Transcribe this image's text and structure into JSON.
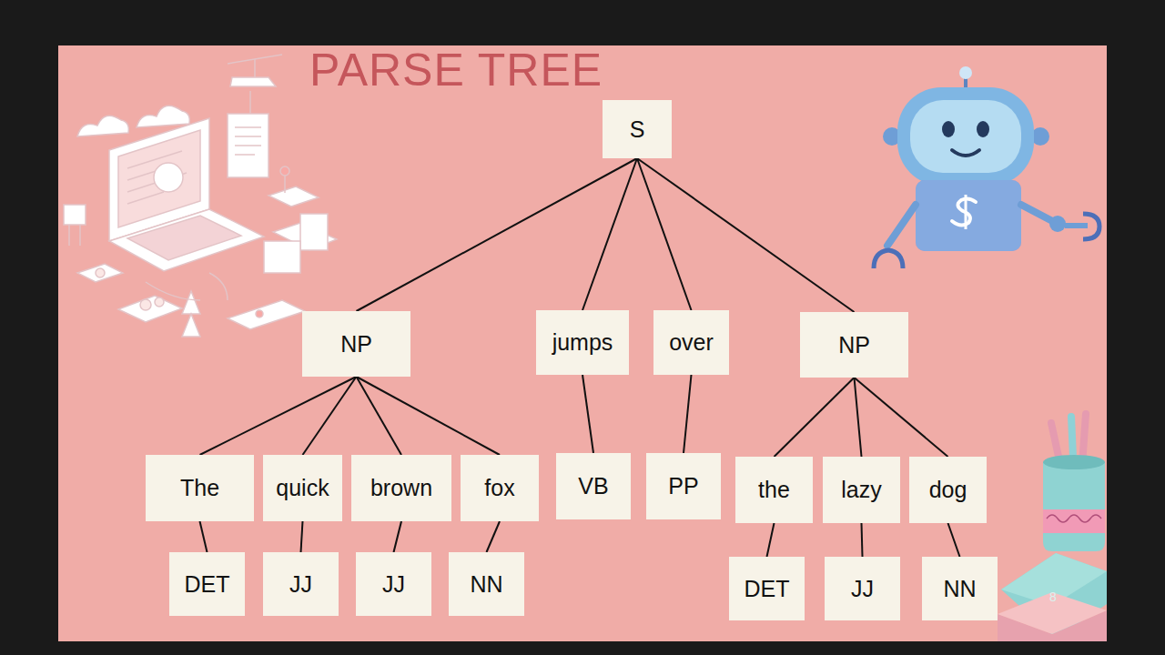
{
  "diagram": {
    "title": "PARSE TREE",
    "nodes": [
      {
        "text": [
          "S"
        ]
      },
      {
        "text": [
          "NP"
        ]
      },
      {
        "text": [
          "jumps"
        ]
      },
      {
        "text": [
          "over"
        ]
      },
      {
        "text": [
          "NP"
        ]
      },
      {
        "text": [
          "The"
        ]
      },
      {
        "text": [
          "quick"
        ]
      },
      {
        "text": [
          "brown"
        ]
      },
      {
        "text": [
          "fox"
        ]
      },
      {
        "text": [
          "VB"
        ]
      },
      {
        "text": [
          "PP"
        ]
      },
      {
        "text": [
          "the"
        ]
      },
      {
        "text": [
          "lazy"
        ]
      },
      {
        "text": [
          "dog"
        ]
      },
      {
        "text": [
          "DET"
        ]
      },
      {
        "text": [
          "JJ"
        ]
      },
      {
        "text": [
          "JJ"
        ]
      },
      {
        "text": [
          "NN"
        ]
      },
      {
        "text": [
          "DET"
        ]
      },
      {
        "text": [
          "JJ"
        ]
      },
      {
        "text": [
          "NN"
        ]
      }
    ],
    "edges": [
      {
        "from": 0,
        "to": 1,
        "arrow": "none"
      },
      {
        "from": 0,
        "to": 2,
        "arrow": "none"
      },
      {
        "from": 0,
        "to": 3,
        "arrow": "none"
      },
      {
        "from": 0,
        "to": 4,
        "arrow": "none"
      },
      {
        "from": 1,
        "to": 5,
        "arrow": "none"
      },
      {
        "from": 1,
        "to": 6,
        "arrow": "none"
      },
      {
        "from": 1,
        "to": 7,
        "arrow": "none"
      },
      {
        "from": 1,
        "to": 8,
        "arrow": "none"
      },
      {
        "from": 2,
        "to": 9,
        "arrow": "none"
      },
      {
        "from": 3,
        "to": 10,
        "arrow": "none"
      },
      {
        "from": 4,
        "to": 11,
        "arrow": "none"
      },
      {
        "from": 4,
        "to": 12,
        "arrow": "none"
      },
      {
        "from": 4,
        "to": 13,
        "arrow": "none"
      },
      {
        "from": 5,
        "to": 14,
        "arrow": "none"
      },
      {
        "from": 6,
        "to": 15,
        "arrow": "none"
      },
      {
        "from": 7,
        "to": 16,
        "arrow": "none"
      },
      {
        "from": 8,
        "to": 17,
        "arrow": "none"
      },
      {
        "from": 11,
        "to": 18,
        "arrow": "none"
      },
      {
        "from": 12,
        "to": 19,
        "arrow": "none"
      },
      {
        "from": 13,
        "to": 20,
        "arrow": "none"
      }
    ],
    "labels": [
      "8"
    ]
  }
}
